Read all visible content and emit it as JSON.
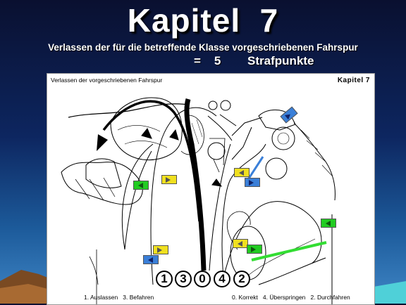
{
  "header": {
    "title": "Kapitel  7",
    "subtitle": "Verlassen der für die betreffende Klasse vorgeschriebenen Fahrspur",
    "penalty": "=    5        Strafpunkte"
  },
  "panel": {
    "label": "Verlassen der vorgeschriebenen Fahrspur",
    "chapter": "Kapitel 7",
    "lanes": [
      "1",
      "3",
      "0",
      "4",
      "2"
    ],
    "legend_left": "1. Auslassen   3. Befahren",
    "legend_right": "0. Korrekt   4. Überspringen   2. Durchfahren"
  },
  "colors": {
    "yellow_flag": "#f0e020",
    "green_flag": "#22cc22",
    "blue_flag": "#3a7fd8",
    "green_line": "#33dd33",
    "background_top": "#0a1030",
    "background_bottom": "#3f86c6"
  }
}
